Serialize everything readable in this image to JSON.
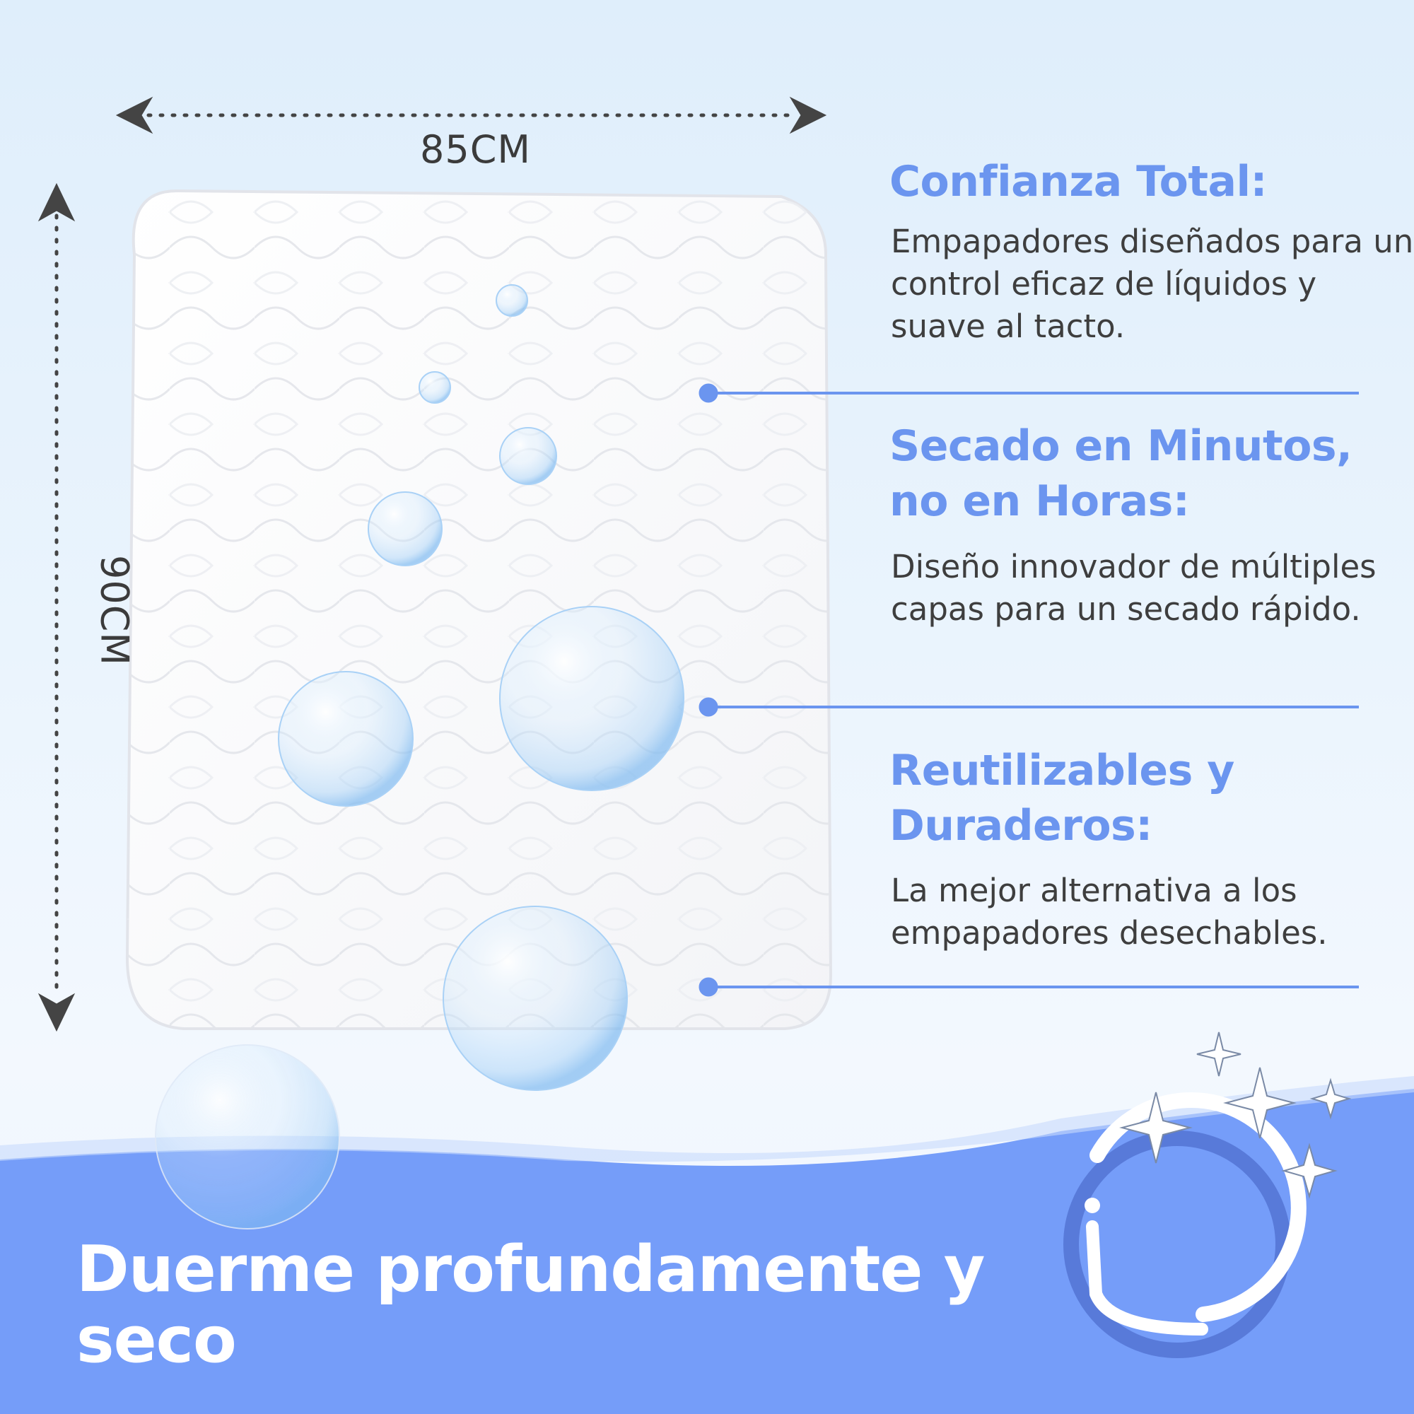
{
  "dimensions": {
    "width_label": "85CM",
    "height_label": "90CM"
  },
  "features": [
    {
      "title": "Confianza Total:",
      "description": "Empapadores diseñados para un control eficaz de líquidos y suave al tacto."
    },
    {
      "title": "Secado en Minutos, no en Horas:",
      "description": "Diseño innovador de múltiples capas para un secado rápido."
    },
    {
      "title": "Reutilizables y Duraderos:",
      "description": "La mejor alternativa a los empapadores desechables."
    }
  ],
  "headline": "Duerme profundamente y seco",
  "colors": {
    "accent_blue": "#6b95ef",
    "wave_blue": "#759df9",
    "text_dark": "#3e3e3e",
    "background": "#e6f1fc"
  },
  "icons": [
    "left-arrow-icon",
    "right-arrow-icon",
    "up-arrow-icon",
    "down-arrow-icon",
    "clean-sparkle-logo-icon",
    "bubble-icon"
  ]
}
